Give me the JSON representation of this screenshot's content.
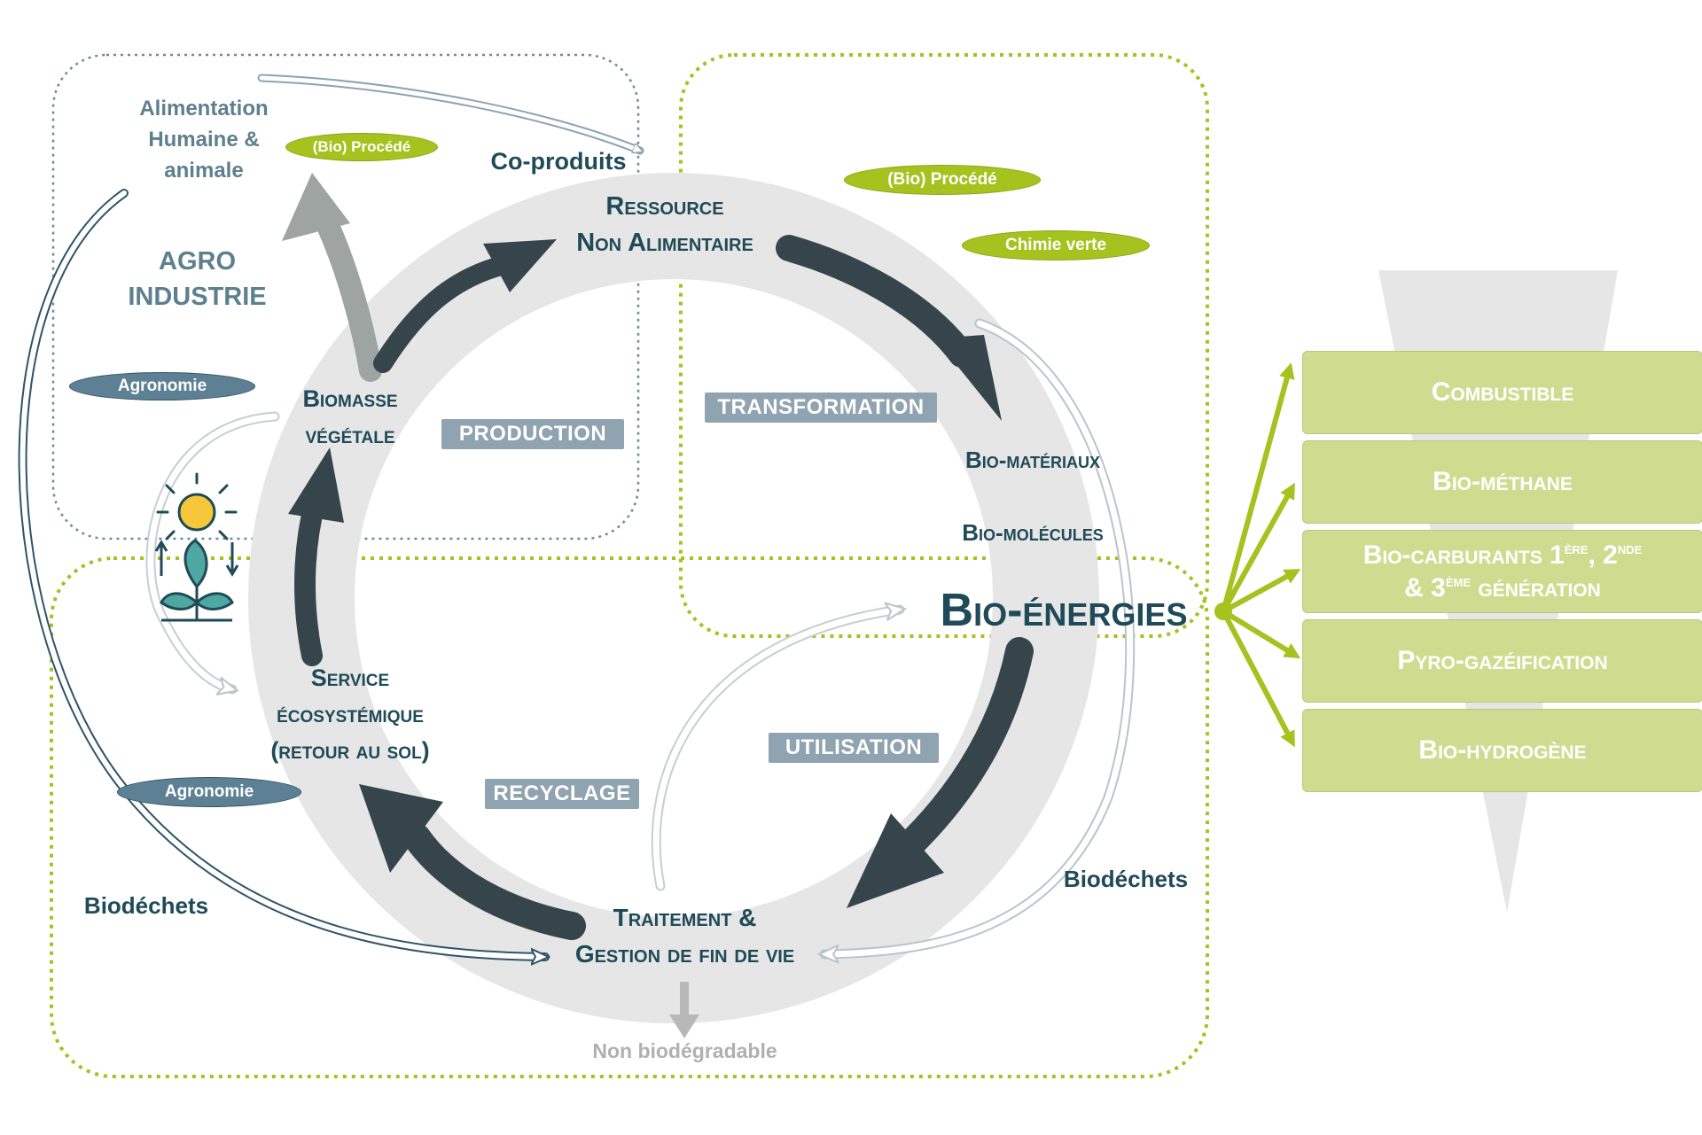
{
  "regions": {
    "agro_industrie": "AGRO\nINDUSTRIE"
  },
  "nodes": {
    "ressource": "Ressource\nNon Alimentaire",
    "biomasse": "Biomasse\nvégétale",
    "service": "Service\nécosystémique\n(retour au sol)",
    "traitement": "Traitement &\nGestion de fin de vie",
    "bio_materiaux": "Bio-matériaux",
    "bio_molecules": "Bio-molécules",
    "bio_energies": "Bio-énergies",
    "alimentation": "Alimentation\nHumaine &\nanimale"
  },
  "stages": {
    "production": "PRODUCTION",
    "transformation": "TRANSFORMATION",
    "utilisation": "UTILISATION",
    "recyclage": "RECYCLAGE"
  },
  "pills": {
    "bio_procede_1": "(Bio) Procédé",
    "bio_procede_2": "(Bio) Procédé",
    "chimie_verte": "Chimie verte",
    "agronomie_1": "Agronomie",
    "agronomie_2": "Agronomie"
  },
  "flows": {
    "co_produits": "Co-produits",
    "biodechets_left": "Biodéchets",
    "biodechets_right": "Biodéchets",
    "non_biodegradable": "Non biodégradable"
  },
  "outputs": {
    "combustible": "Combustible",
    "bio_methane": "Bio-méthane",
    "biocarburants_main": "Bio-carburants 1",
    "biocarburants_sup1": "ère",
    "biocarburants_mid": ", 2",
    "biocarburants_sup2": "nde",
    "biocarburants_line2a": "& 3",
    "biocarburants_sup3": "ème",
    "biocarburants_line2b": " génération",
    "pyro": "Pyro-gazéification",
    "bio_hydrogene": "Bio-hydrogène"
  },
  "colors": {
    "dark_teal": "#1f4a57",
    "dark_arrow": "#36454c",
    "green_accent": "#a5c21f",
    "output_box": "#cfdc90",
    "ring": "#e6e6e6"
  },
  "icons": [
    "sun-icon",
    "plant-icon"
  ]
}
